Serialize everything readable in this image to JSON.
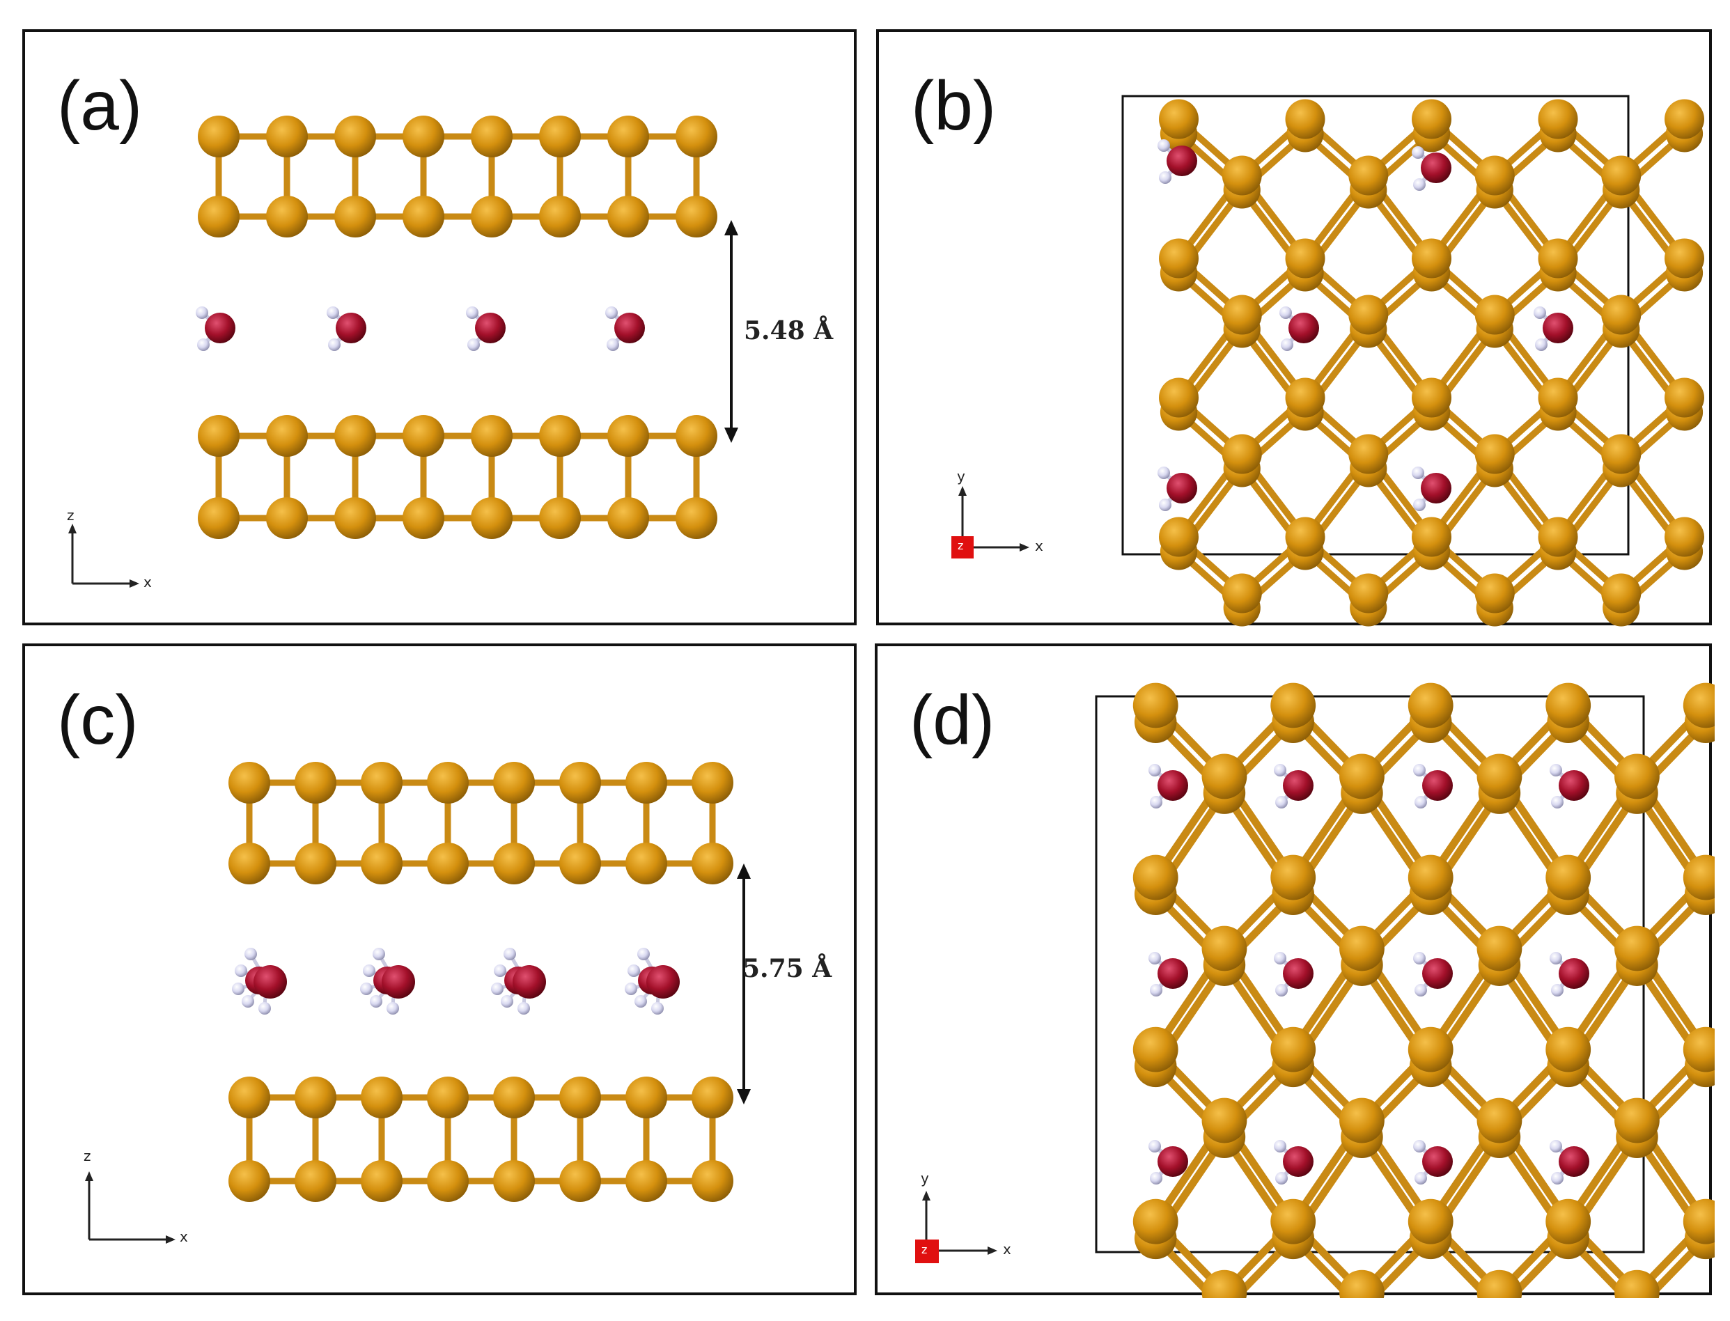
{
  "colors": {
    "metal_atom": "#d4900e",
    "metal_bond": "#c98a14",
    "oxygen": "#a3102a",
    "hydrogen": "#d8d8f0",
    "frame": "#111111",
    "axis_marker": "#e01010"
  },
  "panels": [
    {
      "id": "a",
      "label": "(a)",
      "view": "side",
      "interlayer_distance": "5.48 Å",
      "molecule": "water",
      "axes": [
        "z",
        "x"
      ]
    },
    {
      "id": "b",
      "label": "(b)",
      "view": "top",
      "molecule": "water",
      "molecule_count": 6,
      "axes": [
        "y",
        "z",
        "x"
      ]
    },
    {
      "id": "c",
      "label": "(c)",
      "view": "side",
      "interlayer_distance": "5.75 Å",
      "molecule": "hydronium",
      "axes": [
        "z",
        "x"
      ]
    },
    {
      "id": "d",
      "label": "(d)",
      "view": "top",
      "molecule": "water",
      "molecule_count": 12,
      "axes": [
        "y",
        "z",
        "x"
      ]
    }
  ]
}
